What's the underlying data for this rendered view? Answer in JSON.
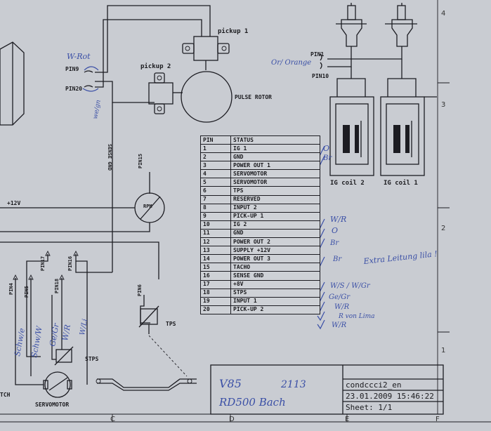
{
  "labels": {
    "pickup1": "pickup 1",
    "pickup2": "pickup 2",
    "pulse_rotor": "PULSE ROTOR",
    "pin9": "PIN9",
    "pin20": "PIN20",
    "pin1": "PIN1",
    "pin10": "PIN10",
    "sense_gnd": "SENSE GND",
    "pin15": "PIN15",
    "rpm": "RPM",
    "v12": "+12V",
    "pin17": "PIN17",
    "pin16": "PIN16",
    "pin18": "PIN18",
    "pin4": "PIN4",
    "pin5": "PIN5",
    "pin6": "PIN6",
    "tps": "TPS",
    "stps": "STPS",
    "servomotor": "SERVOMOTOR",
    "tch": "TCH",
    "ig_coil_2": "IG coil 2",
    "ig_coil_1": "IG coil 1"
  },
  "table": {
    "headers": [
      "PIN",
      "STATUS"
    ],
    "rows": [
      [
        "1",
        "IG 1"
      ],
      [
        "2",
        "GND"
      ],
      [
        "3",
        "POWER OUT 1"
      ],
      [
        "4",
        "SERVOMOTOR"
      ],
      [
        "5",
        "SERVOMOTOR"
      ],
      [
        "6",
        "TPS"
      ],
      [
        "7",
        "RESERVED"
      ],
      [
        "8",
        "INPUT 2"
      ],
      [
        "9",
        "PICK-UP 1"
      ],
      [
        "10",
        "IG 2"
      ],
      [
        "11",
        "GND"
      ],
      [
        "12",
        "POWER OUT 2"
      ],
      [
        "13",
        "SUPPLY +12V"
      ],
      [
        "14",
        "POWER OUT 3"
      ],
      [
        "15",
        "TACHO"
      ],
      [
        "16",
        "SENSE GND"
      ],
      [
        "17",
        "+8V"
      ],
      [
        "18",
        "STPS"
      ],
      [
        "19",
        "INPUT 1"
      ],
      [
        "20",
        "PICK-UP 2"
      ]
    ]
  },
  "handwriting": {
    "w_rot": "W-Rot",
    "co_orange": "Or/ Orange",
    "notes": [
      "O",
      "Br",
      "W/R",
      "O",
      "Br",
      "Br",
      "W/S / W/Gr",
      "Ge/Gr",
      "W/R",
      "R von Lima",
      "W/R"
    ],
    "extra_note": "Extra Leitung lila !",
    "sense_gnd_color": "we/gn",
    "schwarz": "Schw/e",
    "schw_w": "Schw/W",
    "ge_gr": "Ge/Gr",
    "w_r": "W/R",
    "w_li": "W/Li",
    "tb_v85": "V85",
    "tb_2113": "2113",
    "tb_rd500": "RD500 Bach"
  },
  "title_block": {
    "filename": "condccci2_en",
    "datetime": "23.01.2009 15:46:22",
    "sheet": "Sheet: 1/1"
  },
  "grid": {
    "right": [
      "4",
      "3",
      "2",
      "1"
    ],
    "bottom": [
      "C",
      "D",
      "E",
      "F"
    ]
  }
}
